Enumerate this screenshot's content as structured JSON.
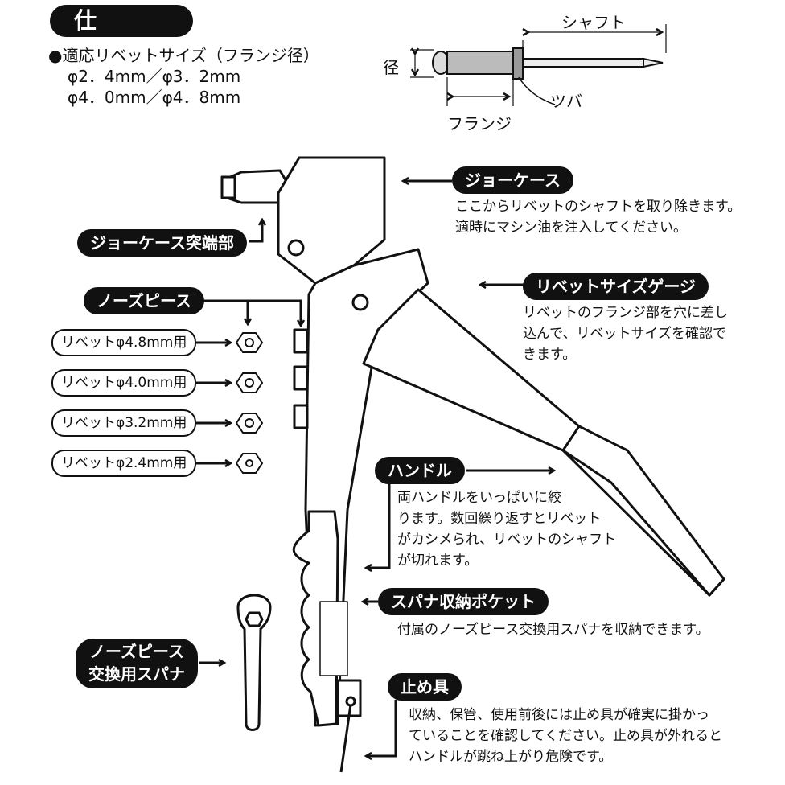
{
  "spec": {
    "title": "仕　様",
    "size_heading": "●適応リベットサイズ（フランジ径）",
    "sizes_line1": "φ2．4mm／φ3．2mm",
    "sizes_line2": "φ4．0mm／φ4．8mm"
  },
  "rivet_diagram": {
    "shaft": "シャフト",
    "diameter": "径",
    "collar": "ツバ",
    "flange": "フランジ"
  },
  "callouts": {
    "jaw_case": {
      "title": "ジョーケース",
      "lines": [
        "ここからリベットのシャフトを取り除きます。",
        "適時にマシン油を注入してください。"
      ]
    },
    "jaw_tip": {
      "title": "ジョーケース突端部"
    },
    "size_gauge": {
      "title": "リベットサイズゲージ",
      "lines": [
        "リベットのフランジ部を穴に差し",
        "込んで、リベットサイズを確認で",
        "きます。"
      ]
    },
    "nose_piece": {
      "title": "ノーズピース",
      "items": [
        "リベットφ4.8mm用",
        "リベットφ4.0mm用",
        "リベットφ3.2mm用",
        "リベットφ2.4mm用"
      ]
    },
    "handle": {
      "title": "ハンドル",
      "lines": [
        "両ハンドルをいっぱいに絞",
        "ります。数回繰り返すとリベット",
        "がカシメられ、リベットのシャフト",
        "が切れます。"
      ]
    },
    "wrench_pocket": {
      "title": "スパナ収納ポケット",
      "lines": [
        "付属のノーズピース交換用スパナを収納できます。"
      ]
    },
    "wrench": {
      "title_line1": "ノーズピース",
      "title_line2": "交換用スパナ"
    },
    "stopper": {
      "title": "止め具",
      "lines": [
        "収納、保管、使用前後には止め具が確実に掛かっ",
        "ていることを確認してください。止め具が外れると",
        "ハンドルが跳ね上がり危険です。"
      ]
    }
  }
}
